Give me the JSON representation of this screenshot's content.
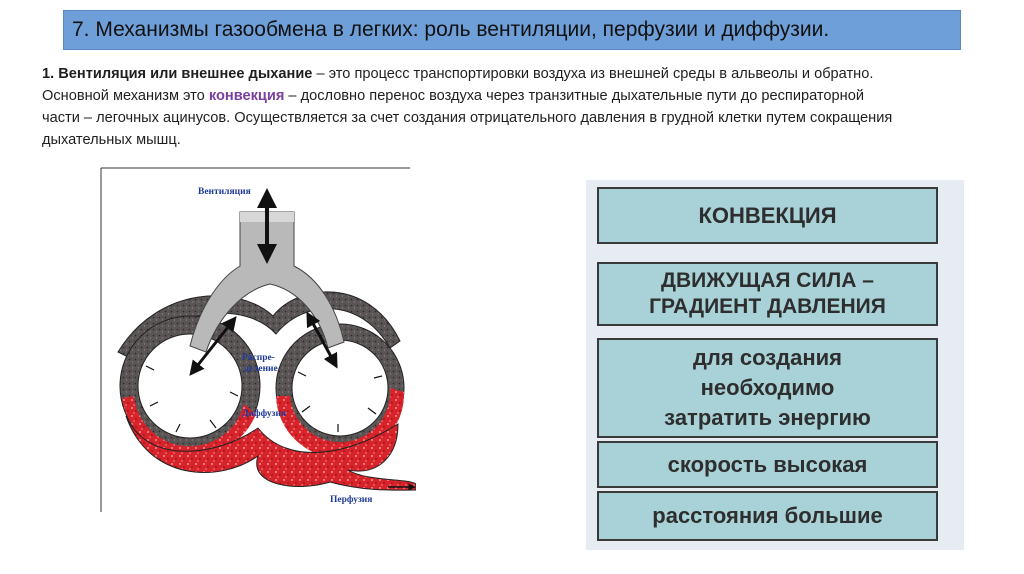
{
  "title": "7. Механизмы газообмена в легких: роль вентиляции, перфузии и диффузии.",
  "intro": {
    "lead_bold": "1. Вентиляция или внешнее дыхание",
    "text_1": " – это процесс транспортировки воздуха из внешней среды в альвеолы и обратно. Основной механизм это ",
    "accent": "конвекция",
    "text_2": " – дословно перенос воздуха через транзитные дыхательные пути до респираторной части – легочных ацинусов. Осуществляется за счет создания отрицательного давления в грудной клетки путем сокращения дыхательных мышц."
  },
  "diagram": {
    "label_ventilation": "Вентиляция",
    "label_distribution_1": "Распре-",
    "label_distribution_2": "деление",
    "label_diffusion": "Диффузия",
    "label_perfusion": "Перфузия"
  },
  "panel": {
    "box1": "КОНВЕКЦИЯ",
    "box2": "ДВИЖУЩАЯ СИЛА –\nГРАДИЕНТ ДАВЛЕНИЯ",
    "box3": "для создания\nнеобходимо\nзатратить энергию",
    "box4": "скорость высокая",
    "box5": "расстояния большие"
  },
  "colors": {
    "title_bar": "#6f9fd8",
    "accent_text": "#7a3f9e",
    "box_fill": "#a8d2d8",
    "panel_bg": "#e6ecf2",
    "blood_red": "#d8232a",
    "vessel_dark": "#4a4a4a",
    "label_blue": "#1f3a9a"
  }
}
